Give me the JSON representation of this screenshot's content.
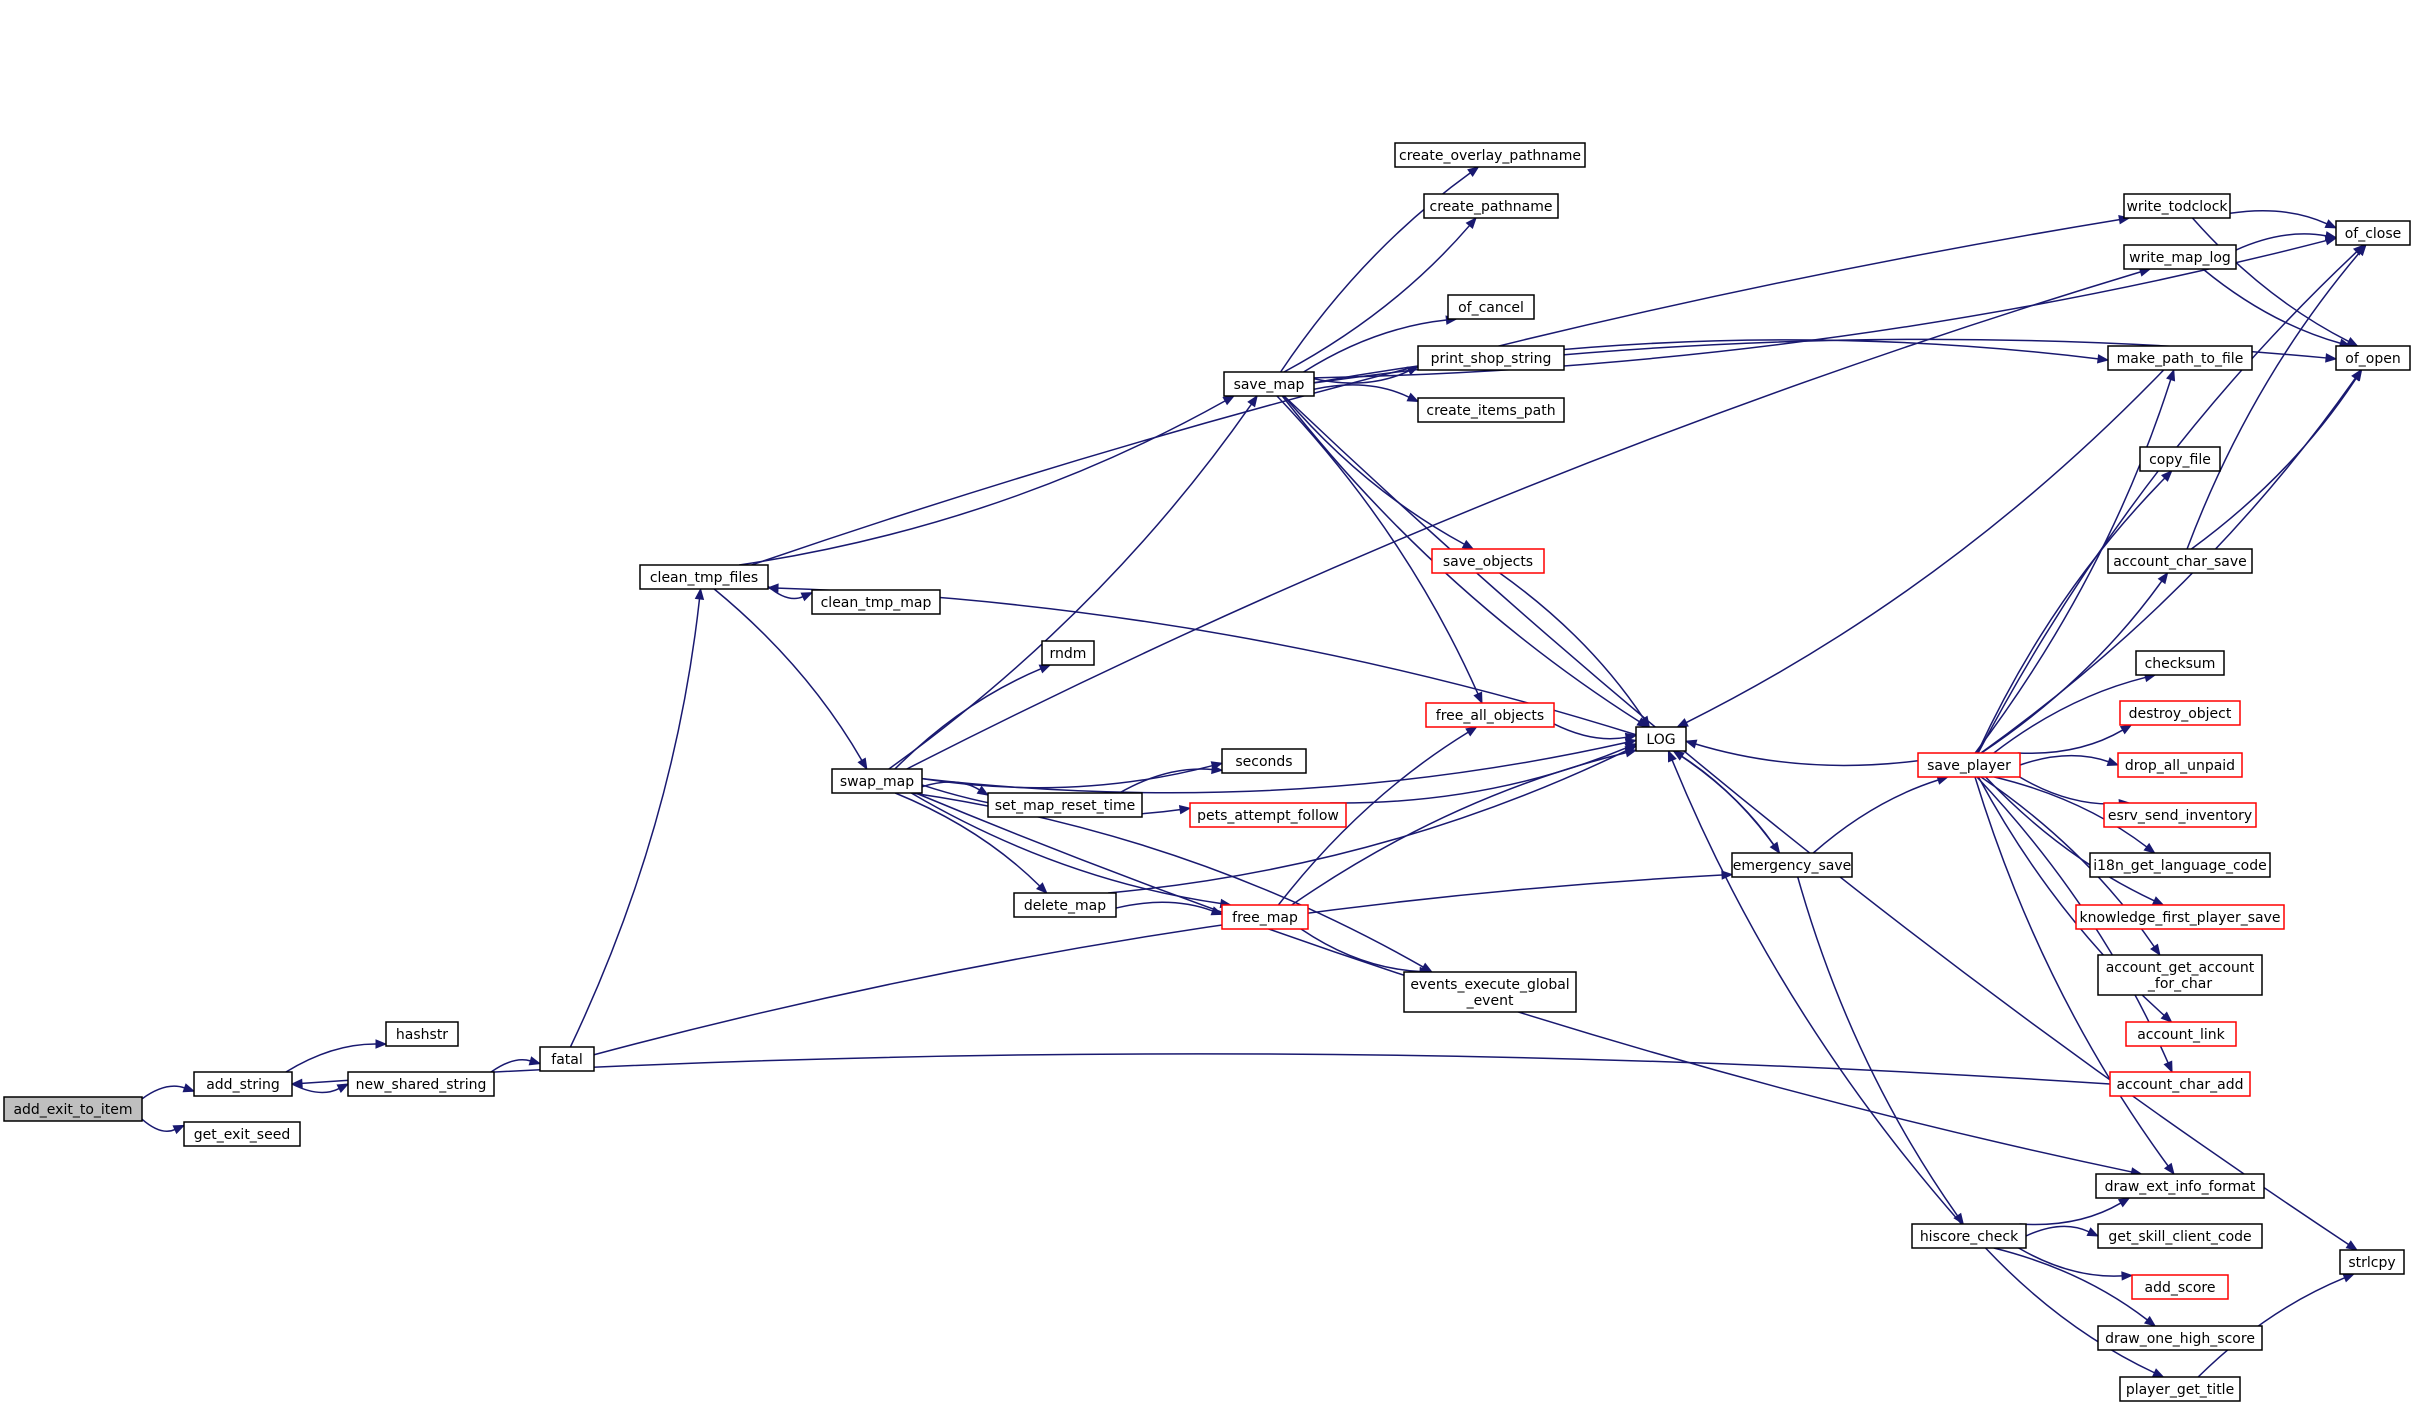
{
  "graph": {
    "edge_color": "#191970",
    "node_border_default": "#000000",
    "node_border_truncated": "#ff0000",
    "root_fill": "#bfbfbf",
    "nodes": {
      "add_exit_to_item": {
        "label": "add_exit_to_item",
        "root": true
      },
      "add_string": {
        "label": "add_string"
      },
      "get_exit_seed": {
        "label": "get_exit_seed"
      },
      "hashstr": {
        "label": "hashstr"
      },
      "new_shared_string": {
        "label": "new_shared_string"
      },
      "fatal": {
        "label": "fatal"
      },
      "clean_tmp_files": {
        "label": "clean_tmp_files"
      },
      "clean_tmp_map": {
        "label": "clean_tmp_map"
      },
      "swap_map": {
        "label": "swap_map"
      },
      "save_map": {
        "label": "save_map"
      },
      "create_overlay_pathname": {
        "label": "create_overlay_pathname"
      },
      "create_pathname": {
        "label": "create_pathname"
      },
      "of_cancel": {
        "label": "of_cancel"
      },
      "print_shop_string": {
        "label": "print_shop_string"
      },
      "create_items_path": {
        "label": "create_items_path"
      },
      "save_objects": {
        "label": "save_objects",
        "truncated": true
      },
      "rndm": {
        "label": "rndm"
      },
      "free_all_objects": {
        "label": "free_all_objects",
        "truncated": true
      },
      "seconds": {
        "label": "seconds"
      },
      "set_map_reset_time": {
        "label": "set_map_reset_time"
      },
      "pets_attempt_follow": {
        "label": "pets_attempt_follow",
        "truncated": true
      },
      "delete_map": {
        "label": "delete_map"
      },
      "free_map": {
        "label": "free_map",
        "truncated": true
      },
      "events_execute_global_event": {
        "label": "events_execute_global\n_event"
      },
      "LOG": {
        "label": "LOG"
      },
      "emergency_save": {
        "label": "emergency_save"
      },
      "save_player": {
        "label": "save_player",
        "truncated": true
      },
      "hiscore_check": {
        "label": "hiscore_check"
      },
      "write_todclock": {
        "label": "write_todclock"
      },
      "write_map_log": {
        "label": "write_map_log"
      },
      "make_path_to_file": {
        "label": "make_path_to_file"
      },
      "copy_file": {
        "label": "copy_file"
      },
      "account_char_save": {
        "label": "account_char_save"
      },
      "checksum": {
        "label": "checksum"
      },
      "destroy_object": {
        "label": "destroy_object",
        "truncated": true
      },
      "drop_all_unpaid": {
        "label": "drop_all_unpaid",
        "truncated": true
      },
      "esrv_send_inventory": {
        "label": "esrv_send_inventory",
        "truncated": true
      },
      "i18n_get_language_code": {
        "label": "i18n_get_language_code"
      },
      "knowledge_first_player_save": {
        "label": "knowledge_first_player_save",
        "truncated": true
      },
      "account_get_account_for_char": {
        "label": "account_get_account\n_for_char"
      },
      "account_link": {
        "label": "account_link",
        "truncated": true
      },
      "account_char_add": {
        "label": "account_char_add",
        "truncated": true
      },
      "draw_ext_info_format": {
        "label": "draw_ext_info_format"
      },
      "get_skill_client_code": {
        "label": "get_skill_client_code"
      },
      "add_score": {
        "label": "add_score",
        "truncated": true
      },
      "draw_one_high_score": {
        "label": "draw_one_high_score"
      },
      "player_get_title": {
        "label": "player_get_title"
      },
      "of_close": {
        "label": "of_close"
      },
      "of_open": {
        "label": "of_open"
      },
      "strlcpy": {
        "label": "strlcpy"
      }
    },
    "edges": [
      [
        "add_exit_to_item",
        "add_string"
      ],
      [
        "add_exit_to_item",
        "get_exit_seed"
      ],
      [
        "add_string",
        "hashstr"
      ],
      [
        "add_string",
        "new_shared_string"
      ],
      [
        "new_shared_string",
        "fatal"
      ],
      [
        "fatal",
        "clean_tmp_files"
      ],
      [
        "fatal",
        "emergency_save"
      ],
      [
        "clean_tmp_files",
        "clean_tmp_map"
      ],
      [
        "clean_tmp_files",
        "swap_map"
      ],
      [
        "clean_tmp_files",
        "save_map"
      ],
      [
        "clean_tmp_files",
        "write_todclock"
      ],
      [
        "swap_map",
        "save_map"
      ],
      [
        "swap_map",
        "rndm"
      ],
      [
        "swap_map",
        "seconds"
      ],
      [
        "swap_map",
        "set_map_reset_time"
      ],
      [
        "swap_map",
        "pets_attempt_follow"
      ],
      [
        "swap_map",
        "delete_map"
      ],
      [
        "swap_map",
        "free_map"
      ],
      [
        "swap_map",
        "events_execute_global_event"
      ],
      [
        "swap_map",
        "LOG"
      ],
      [
        "swap_map",
        "write_map_log"
      ],
      [
        "swap_map",
        "draw_ext_info_format"
      ],
      [
        "save_map",
        "create_overlay_pathname"
      ],
      [
        "save_map",
        "create_pathname"
      ],
      [
        "save_map",
        "of_cancel"
      ],
      [
        "save_map",
        "print_shop_string"
      ],
      [
        "save_map",
        "create_items_path"
      ],
      [
        "save_map",
        "save_objects"
      ],
      [
        "save_map",
        "free_all_objects"
      ],
      [
        "save_map",
        "LOG"
      ],
      [
        "save_map",
        "make_path_to_file"
      ],
      [
        "save_map",
        "of_close"
      ],
      [
        "save_map",
        "of_open"
      ],
      [
        "save_map",
        "strlcpy"
      ],
      [
        "save_objects",
        "LOG"
      ],
      [
        "free_all_objects",
        "LOG"
      ],
      [
        "set_map_reset_time",
        "seconds"
      ],
      [
        "pets_attempt_follow",
        "LOG"
      ],
      [
        "delete_map",
        "free_map"
      ],
      [
        "delete_map",
        "LOG"
      ],
      [
        "free_map",
        "free_all_objects"
      ],
      [
        "free_map",
        "events_execute_global_event"
      ],
      [
        "free_map",
        "LOG"
      ],
      [
        "LOG",
        "clean_tmp_files"
      ],
      [
        "LOG",
        "emergency_save"
      ],
      [
        "emergency_save",
        "LOG"
      ],
      [
        "emergency_save",
        "save_player"
      ],
      [
        "emergency_save",
        "hiscore_check"
      ],
      [
        "save_player",
        "LOG"
      ],
      [
        "save_player",
        "make_path_to_file"
      ],
      [
        "save_player",
        "copy_file"
      ],
      [
        "save_player",
        "account_char_save"
      ],
      [
        "save_player",
        "checksum"
      ],
      [
        "save_player",
        "destroy_object"
      ],
      [
        "save_player",
        "drop_all_unpaid"
      ],
      [
        "save_player",
        "esrv_send_inventory"
      ],
      [
        "save_player",
        "i18n_get_language_code"
      ],
      [
        "save_player",
        "knowledge_first_player_save"
      ],
      [
        "save_player",
        "account_get_account_for_char"
      ],
      [
        "save_player",
        "account_link"
      ],
      [
        "save_player",
        "account_char_add"
      ],
      [
        "save_player",
        "draw_ext_info_format"
      ],
      [
        "save_player",
        "of_close"
      ],
      [
        "save_player",
        "of_open"
      ],
      [
        "hiscore_check",
        "LOG"
      ],
      [
        "hiscore_check",
        "draw_ext_info_format"
      ],
      [
        "hiscore_check",
        "get_skill_client_code"
      ],
      [
        "hiscore_check",
        "add_score"
      ],
      [
        "hiscore_check",
        "draw_one_high_score"
      ],
      [
        "hiscore_check",
        "player_get_title"
      ],
      [
        "player_get_title",
        "strlcpy"
      ],
      [
        "account_char_add",
        "add_string"
      ],
      [
        "write_todclock",
        "of_close"
      ],
      [
        "write_todclock",
        "of_open"
      ],
      [
        "write_map_log",
        "of_close"
      ],
      [
        "write_map_log",
        "of_open"
      ],
      [
        "account_char_save",
        "of_close"
      ],
      [
        "account_char_save",
        "of_open"
      ],
      [
        "make_path_to_file",
        "LOG"
      ]
    ]
  }
}
